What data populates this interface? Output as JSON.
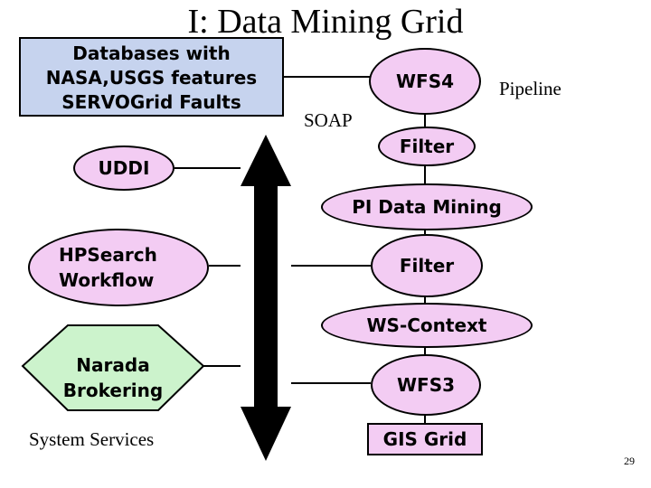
{
  "title": "I: Data Mining Grid",
  "colors": {
    "fill": "#f3ccf3",
    "database_box": "#c6d3ee",
    "narada": "#ccf3cc",
    "arrow": "#000000",
    "stroke": "#000000"
  },
  "nodes": {
    "databases": "Databases with\nNASA,USGS features\nSERVOGrid Faults",
    "wfs4": "WFS4",
    "filter_top": "Filter",
    "uddi": "UDDI",
    "pi_data_mining": "PI Data Mining",
    "hpsearch": "HPSearch\nWorkflow",
    "filter_mid": "Filter",
    "ws_context": "WS-Context",
    "narada": "Narada\nBrokering",
    "wfs3": "WFS3",
    "gis_grid": "GIS Grid"
  },
  "labels": {
    "pipeline": "Pipeline",
    "soap": "SOAP",
    "system_services": "System Services"
  },
  "slide_number": "29"
}
